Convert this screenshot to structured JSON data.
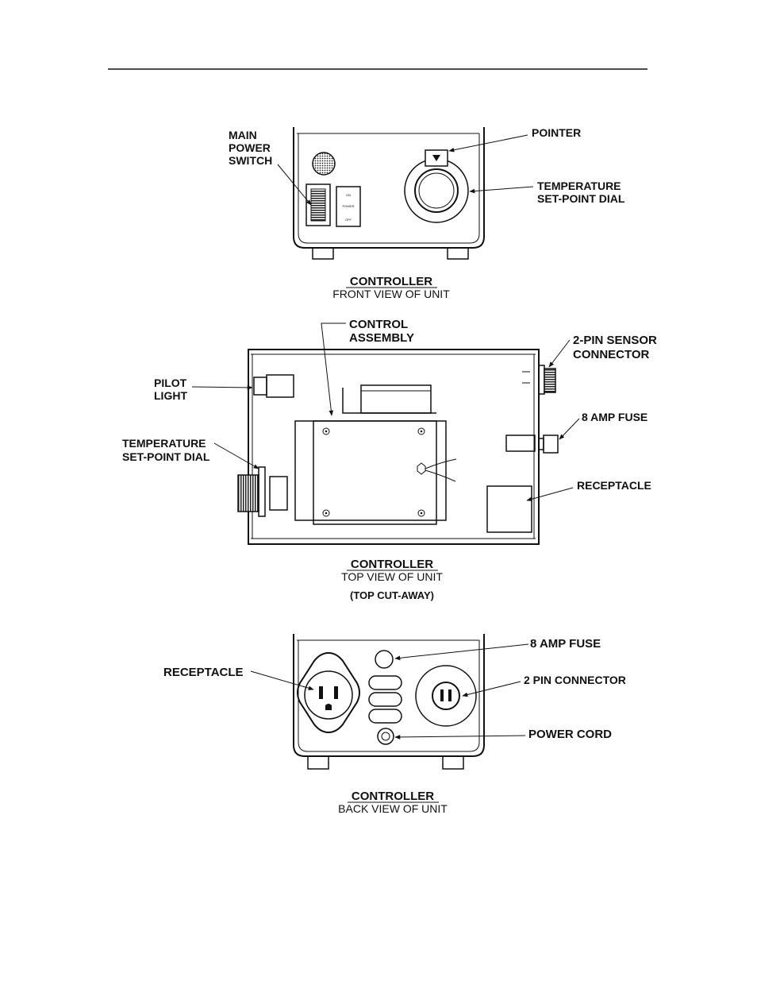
{
  "front_view": {
    "labels": {
      "main_power_switch": [
        "MAIN",
        "POWER",
        "SWITCH"
      ],
      "pointer": "POINTER",
      "temp_dial": [
        "TEMPERATURE",
        "SET-POINT DIAL"
      ]
    },
    "switch_plate": [
      "ON",
      "POWER",
      "OFF"
    ],
    "caption_title": "CONTROLLER",
    "caption_sub": "FRONT VIEW OF UNIT"
  },
  "top_view": {
    "labels": {
      "control_assembly": [
        "CONTROL",
        "ASSEMBLY"
      ],
      "sensor_connector": [
        "2-PIN SENSOR",
        "CONNECTOR"
      ],
      "pilot_light": [
        "PILOT",
        "LIGHT"
      ],
      "fuse": "8 AMP FUSE",
      "temp_dial": [
        "TEMPERATURE",
        "SET-POINT DIAL"
      ],
      "receptacle": "RECEPTACLE"
    },
    "caption_title": "CONTROLLER",
    "caption_sub": "TOP VIEW OF UNIT",
    "caption_note": "(TOP CUT-AWAY)"
  },
  "back_view": {
    "labels": {
      "fuse": "8 AMP FUSE",
      "receptacle": "RECEPTACLE",
      "pin_connector": "2 PIN CONNECTOR",
      "power_cord": "POWER CORD"
    },
    "caption_title": "CONTROLLER",
    "caption_sub": "BACK VIEW OF UNIT"
  }
}
